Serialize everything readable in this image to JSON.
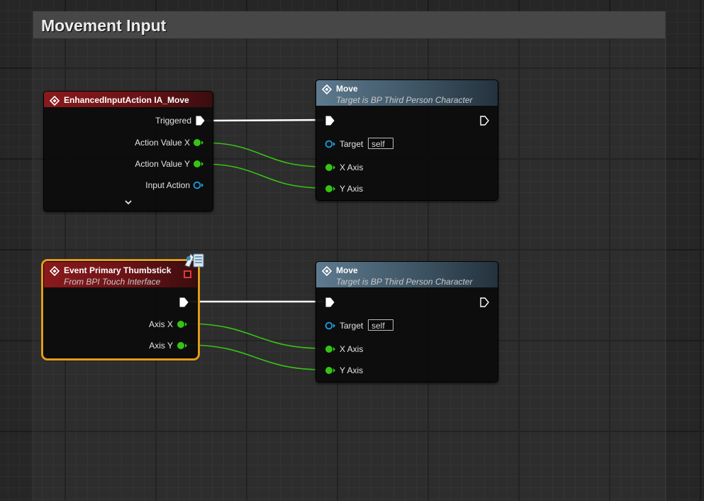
{
  "comment": {
    "title": "Movement Input"
  },
  "nodes": {
    "enhanced_input": {
      "title": "EnhancedInputAction IA_Move",
      "pins": [
        "Triggered",
        "Action Value X",
        "Action Value Y",
        "Input Action"
      ]
    },
    "move_1": {
      "title": "Move",
      "subtitle": "Target is BP Third Person Character",
      "target_label": "Target",
      "target_value": "self",
      "x_label": "X Axis",
      "y_label": "Y Axis"
    },
    "thumbstick_event": {
      "title": "Event Primary Thumbstick",
      "subtitle": "From BPI Touch Interface",
      "axis_x": "Axis X",
      "axis_y": "Axis Y"
    },
    "move_2": {
      "title": "Move",
      "subtitle": "Target is BP Third Person Character",
      "target_label": "Target",
      "target_value": "self",
      "x_label": "X Axis",
      "y_label": "Y Axis"
    }
  },
  "colors": {
    "exec": "#ffffff",
    "float_pin": "#35c415",
    "object_pin": "#1a9fe0",
    "selection": "#e59a1b"
  }
}
